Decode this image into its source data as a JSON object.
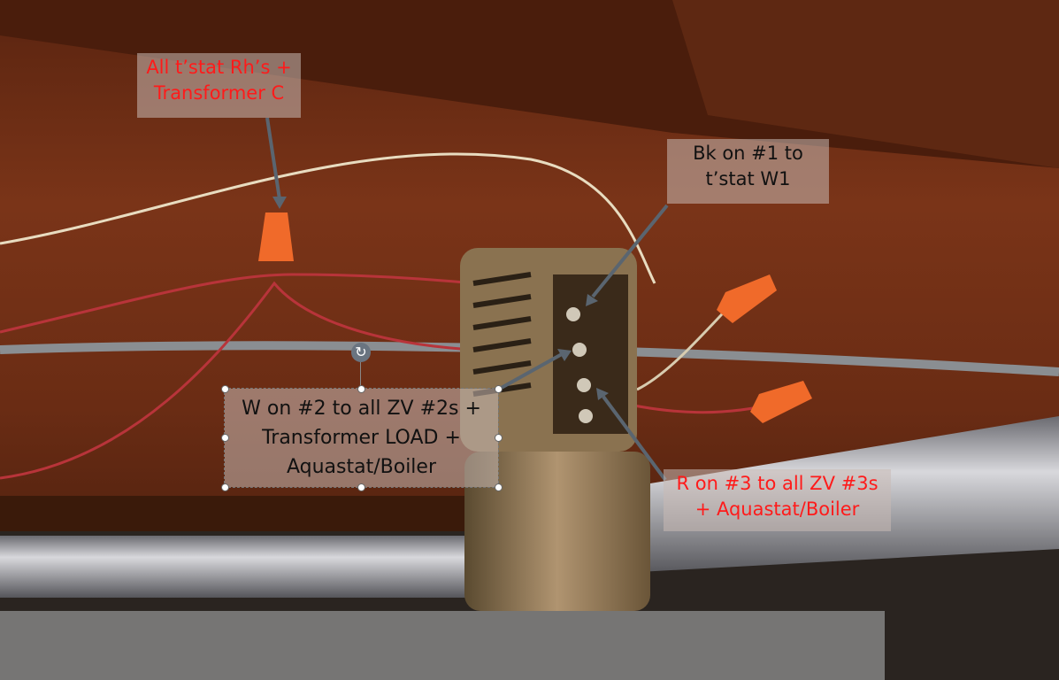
{
  "callouts": [
    {
      "text_lines": [
        "All t’stat Rh’s +",
        "Transformer C"
      ],
      "color": "#ff1a1a"
    },
    {
      "text_lines": [
        "Bk on #1 to",
        "t’stat W1"
      ],
      "color": "#111111"
    },
    {
      "text_lines": [
        "W on #2 to all ZV #2s +",
        "Transformer LOAD +",
        "Aquastat/Boiler"
      ],
      "color": "#111111",
      "selected": true
    },
    {
      "text_lines": [
        "R on #3 to all ZV #3s",
        "+ Aquastat/Boiler"
      ],
      "color": "#ff1a1a"
    }
  ],
  "colors": {
    "arrow": "#5a6570",
    "wire_nut": "#f06a2a",
    "wire_red": "#b8343a",
    "wood": "#6e2f16"
  }
}
